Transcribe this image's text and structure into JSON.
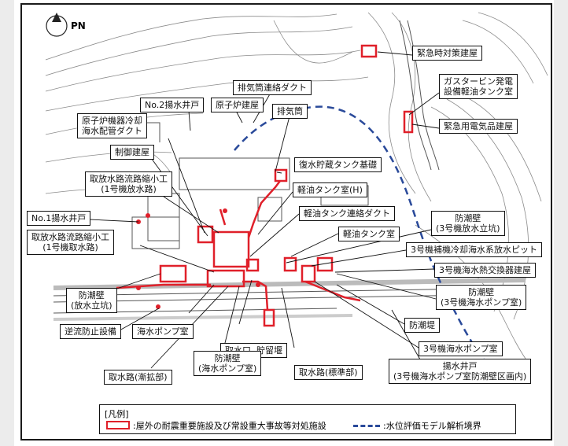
{
  "north": "PN",
  "labels": {
    "emergency_hq": "緊急時対策建屋",
    "gas_turbine": "ガスタービン発電\n設備軽油タンク室",
    "emergency_supplies": "緊急用電気品建屋",
    "exhaust_duct": "排気筒連絡ダクト",
    "no2_well": "No.2揚水井戸",
    "reactor_bldg": "原子炉建屋",
    "stack": "排気筒",
    "seawater_duct": "原子炉機器冷却\n海水配管ダクト",
    "control_bldg": "制御建屋",
    "condensate_tank": "復水貯蔵タンク基礎",
    "intake_culvert_1": "取放水路流路縮小工\n(1号機放水路)",
    "oil_tank_h": "軽油タンク室(H)",
    "oil_duct": "軽油タンク連絡ダクト",
    "no1_well": "No.1揚水井戸",
    "tidewall_u3_shaft": "防潮壁\n(3号機放水立坑)",
    "oil_tank": "軽油タンク室",
    "intake_culvert_2": "取放水路流路縮小工\n(1号機取水路)",
    "u3_discharge_pit": "3号機補機冷却海水系放水ピット",
    "u3_hx_bldg": "3号機海水熱交換器建屋",
    "tidewall_shaft": "防潮壁\n(放水立坑)",
    "tidewall_u3_pump": "防潮壁\n(3号機海水ポンプ室)",
    "seawall": "防潮堤",
    "backflow": "逆流防止設備",
    "pump_room": "海水ポンプ室",
    "intake_reservoir": "取水口, 貯留堰",
    "u3_pump_room": "3号機海水ポンプ室",
    "tidewall_pump": "防潮壁\n(海水ポンプ室)",
    "intake_std": "取水路(標準部)",
    "intake_taper": "取水路(漸拡部)",
    "pump_well": "揚水井戸\n(3号機海水ポンプ室防潮壁区画内)"
  },
  "legend": {
    "title": "[凡例]",
    "item1": ":屋外の耐震重要施設及び常設重大事故等対処施設",
    "item2": ":水位評価モデル解析境界"
  },
  "colors": {
    "facility": "#e0202a",
    "boundary": "#2a4a9a",
    "line": "#111111"
  }
}
